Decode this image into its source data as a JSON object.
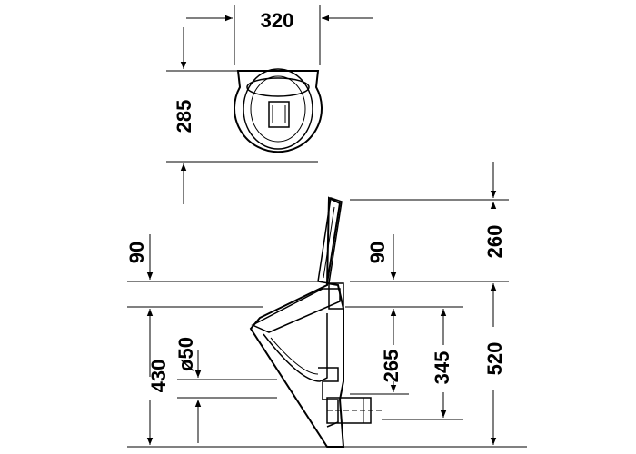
{
  "dimensions": {
    "top_width": "320",
    "top_depth": "285",
    "left_upper": "90",
    "left_height": "430",
    "pipe_diameter": "ø50",
    "mid_upper": "90",
    "mid_265": "265",
    "mid_345": "345",
    "right_260": "260",
    "right_520": "520"
  }
}
